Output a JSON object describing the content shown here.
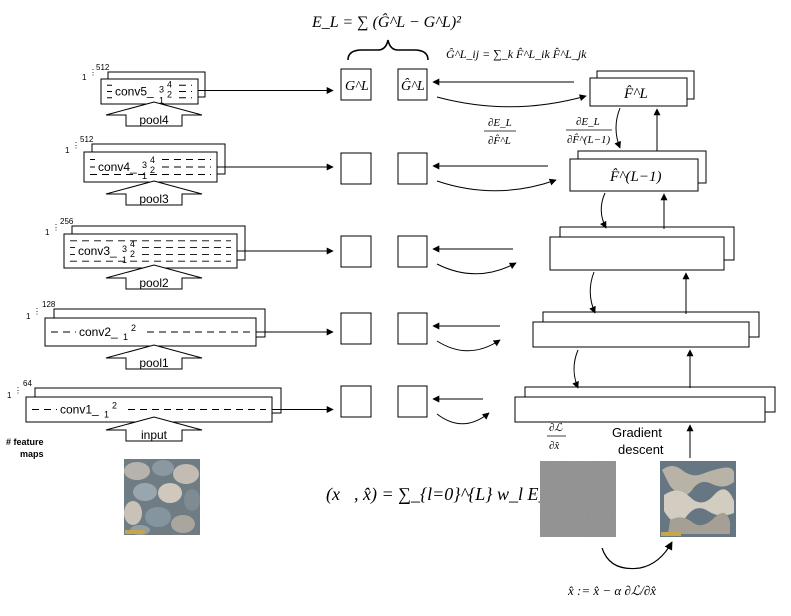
{
  "formulas": {
    "energy": "E_L = ∑ (Ĝ^L − G^L)²",
    "gram": "Ĝ^L_ij = ∑_k F̂^L_ik F̂^L_jk",
    "dE_dF_num": "∂E_L",
    "dE_dF_den": "∂F̂^L",
    "dE_dFprev_num": "∂E_L",
    "dE_dFprev_den": "∂F̂^(L−1)",
    "loss": "ℒ(x⃗, x̂) = ∑_{l=0}^{L} w_l E_l",
    "grad_num": "∂ℒ",
    "grad_den": "∂x̂",
    "update": "x̂ := x̂ − α ∂ℒ/∂x̂"
  },
  "network": {
    "layers": [
      {
        "label": "conv5_",
        "subs": [
          "4",
          "3",
          "2",
          "1"
        ],
        "maps_top": "512",
        "maps_bottom": "1"
      },
      {
        "label": "conv4_",
        "subs": [
          "4",
          "3",
          "2",
          "1"
        ],
        "maps_top": "512",
        "maps_bottom": "1"
      },
      {
        "label": "conv3_",
        "subs": [
          "4",
          "3",
          "2",
          "1"
        ],
        "maps_top": "256",
        "maps_bottom": "1"
      },
      {
        "label": "conv2_",
        "subs": [
          "2",
          "1"
        ],
        "maps_top": "128",
        "maps_bottom": "1"
      },
      {
        "label": "conv1_",
        "subs": [
          "2",
          "1"
        ],
        "maps_top": "64",
        "maps_bottom": "1"
      }
    ],
    "pools": [
      "pool4",
      "pool3",
      "pool2",
      "pool1",
      "input"
    ],
    "feature_maps_label": [
      "# feature",
      "maps"
    ]
  },
  "gram_labels": {
    "g": "G^L",
    "ghat": "Ĝ^L"
  },
  "right_stack": {
    "top": "F̂^L",
    "second": "F̂^(L−1)"
  },
  "gradient_descent": [
    "Gradient",
    "descent"
  ],
  "colors": {
    "line": "#000000",
    "noise": "#8c8c8c",
    "stone_dark": "#5d6f7a",
    "stone_light": "#b8b3aa"
  }
}
